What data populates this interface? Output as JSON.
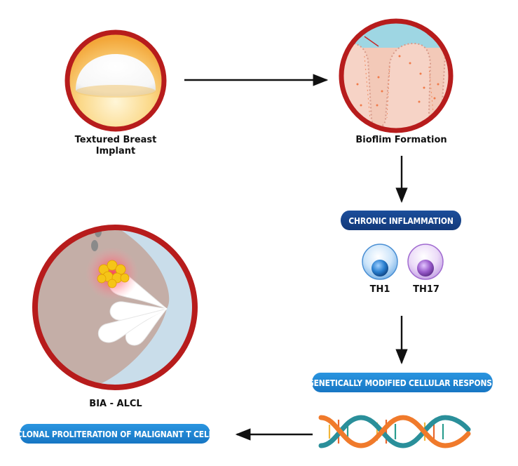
{
  "nodes": {
    "implant": {
      "label": "Textured Breast Implant",
      "line1": "Textured Breast",
      "line2": "Implant"
    },
    "biofilm": {
      "label": "Bioflim Formation"
    },
    "inflammation": {
      "label": "CHRONIC INFLAMMATION"
    },
    "th1": {
      "label": "TH1"
    },
    "th17": {
      "label": "TH17"
    },
    "genetic": {
      "label": "GENETICALLY MODIFIED CELLULAR RESPONSE"
    },
    "clonal": {
      "label": "CLONAL PROLITERATION OF MALIGNANT T CELL"
    },
    "bia": {
      "label": "BIA - ALCL"
    }
  },
  "colors": {
    "ring": "#b71c1c",
    "pill_dark": "#16428a",
    "pill_light": "#1f86d4",
    "th1_cell": "#3e8fd6",
    "th17_cell": "#a06ad0",
    "tumor": "#f5c518",
    "arrow": "#111111"
  },
  "icons": [
    "implant-circle",
    "biofilm-circle",
    "th1-cell-icon",
    "th17-cell-icon",
    "dna-helix-icon",
    "breast-tumor-circle"
  ]
}
